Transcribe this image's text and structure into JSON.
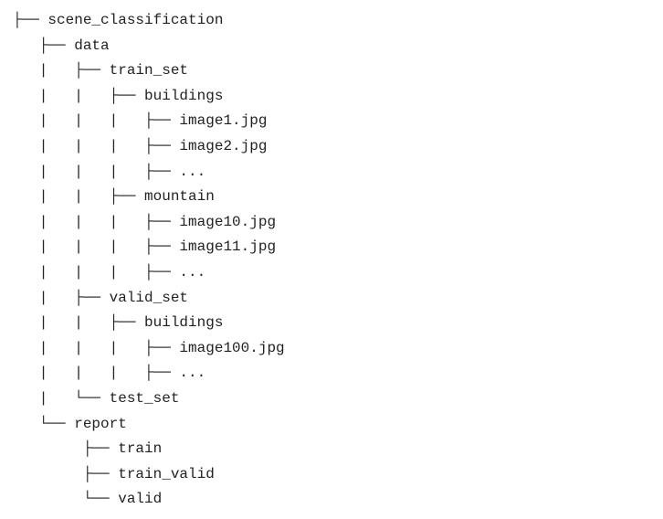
{
  "tree": {
    "lines": [
      "├── scene_classification",
      "   ├── data",
      "   |   ├── train_set",
      "   |   |   ├── buildings",
      "   |   |   |   ├── image1.jpg",
      "   |   |   |   ├── image2.jpg",
      "   |   |   |   ├── ...",
      "   |   |   ├── mountain",
      "   |   |   |   ├── image10.jpg",
      "   |   |   |   ├── image11.jpg",
      "   |   |   |   ├── ...",
      "   |   ├── valid_set",
      "   |   |   ├── buildings",
      "   |   |   |   ├── image100.jpg",
      "   |   |   |   ├── ...",
      "   |   └── test_set",
      "   └── report",
      "        ├── train",
      "        ├── train_valid",
      "        └── valid"
    ]
  }
}
